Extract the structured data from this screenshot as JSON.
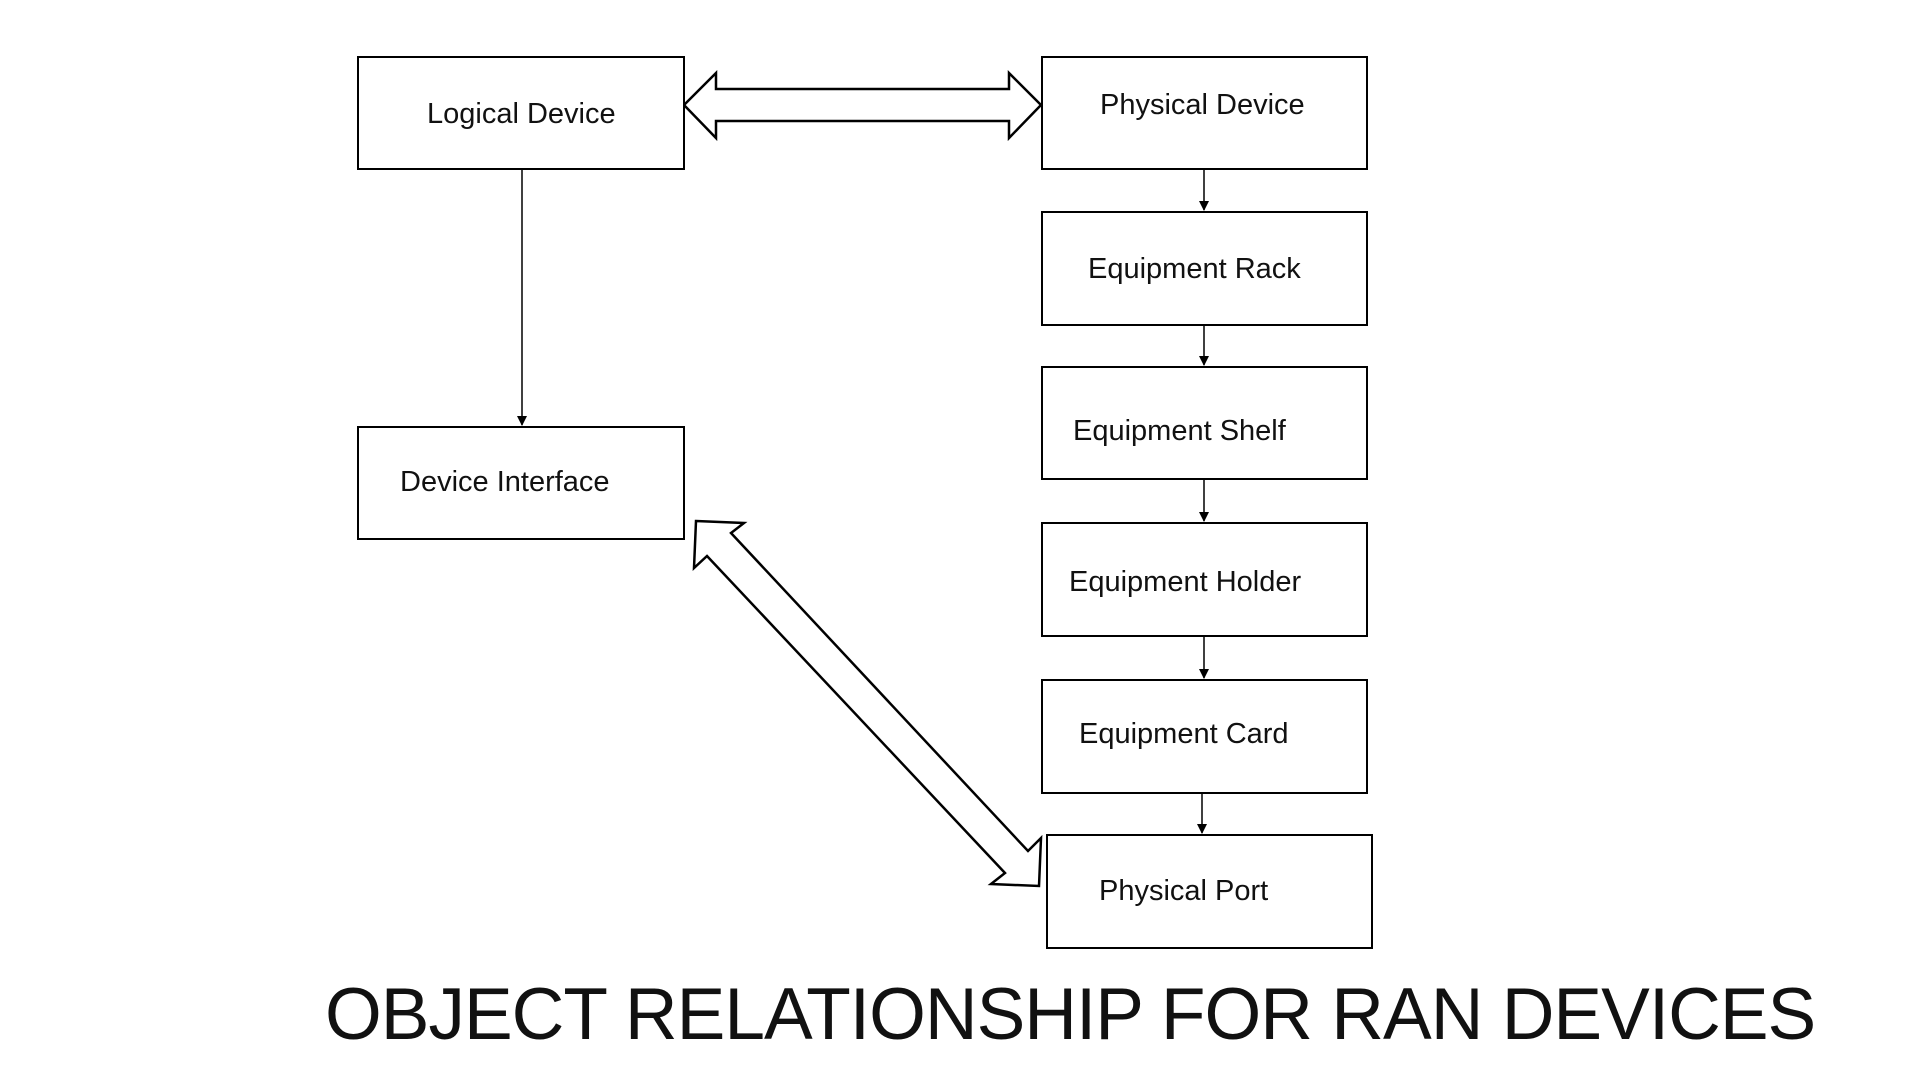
{
  "diagram": {
    "title": "OBJECT RELATIONSHIP FOR RAN DEVICES",
    "nodes": [
      {
        "id": "logical-device",
        "label": "Logical Device"
      },
      {
        "id": "physical-device",
        "label": "Physical Device"
      },
      {
        "id": "device-interface",
        "label": "Device Interface"
      },
      {
        "id": "equipment-rack",
        "label": "Equipment Rack"
      },
      {
        "id": "equipment-shelf",
        "label": "Equipment Shelf"
      },
      {
        "id": "equipment-holder",
        "label": "Equipment Holder"
      },
      {
        "id": "equipment-card",
        "label": "Equipment Card"
      },
      {
        "id": "physical-port",
        "label": "Physical Port"
      }
    ],
    "edges": [
      {
        "from": "logical-device",
        "to": "physical-device",
        "type": "bidirectional-block-arrow"
      },
      {
        "from": "logical-device",
        "to": "device-interface",
        "type": "directed-line"
      },
      {
        "from": "physical-device",
        "to": "equipment-rack",
        "type": "directed-line"
      },
      {
        "from": "equipment-rack",
        "to": "equipment-shelf",
        "type": "directed-line"
      },
      {
        "from": "equipment-shelf",
        "to": "equipment-holder",
        "type": "directed-line"
      },
      {
        "from": "equipment-holder",
        "to": "equipment-card",
        "type": "directed-line"
      },
      {
        "from": "equipment-card",
        "to": "physical-port",
        "type": "directed-line"
      },
      {
        "from": "device-interface",
        "to": "physical-port",
        "type": "bidirectional-block-arrow"
      }
    ],
    "colors": {
      "stroke": "#000000",
      "background": "#ffffff",
      "text": "#111111"
    }
  }
}
